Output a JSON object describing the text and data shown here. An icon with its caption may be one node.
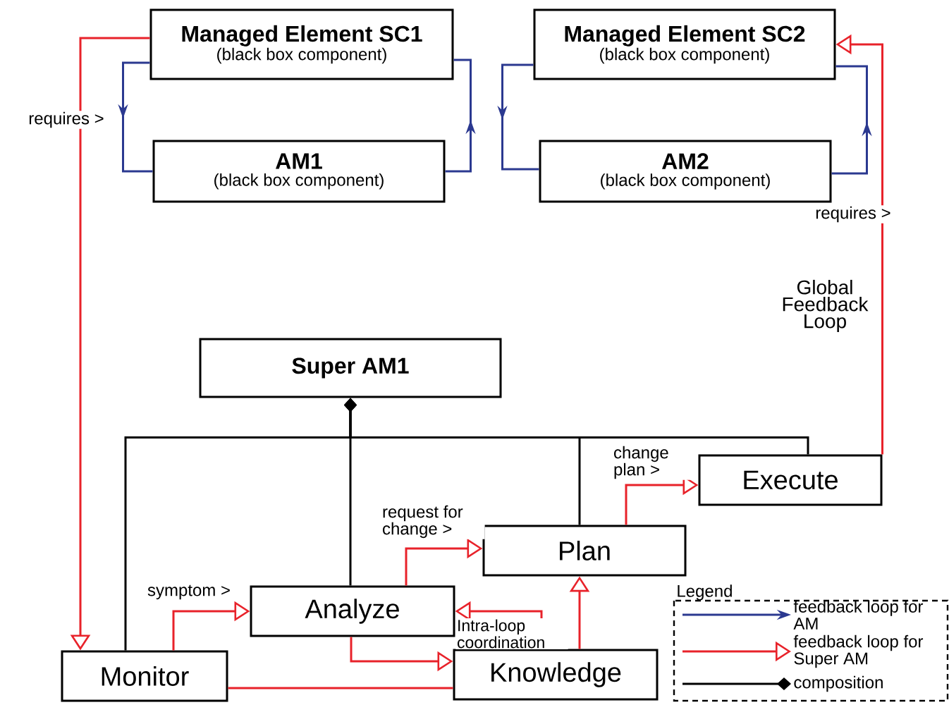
{
  "diagram": {
    "nodes": [
      {
        "text": [
          "Managed Element SC1",
          "(black box component)"
        ]
      },
      {
        "text": [
          "AM1",
          "(black box component)"
        ]
      },
      {
        "text": [
          "Managed Element SC2",
          "(black box component)"
        ]
      },
      {
        "text": [
          "AM2",
          "(black box component)"
        ]
      },
      {
        "text": [
          "Super AM1"
        ]
      },
      {
        "text": [
          "Execute"
        ]
      },
      {
        "text": [
          "Plan"
        ]
      },
      {
        "text": [
          "Analyze"
        ]
      },
      {
        "text": [
          "Monitor"
        ]
      },
      {
        "text": [
          "Knowledge"
        ]
      }
    ],
    "edges": [
      {
        "from": 0,
        "to": 1,
        "arrow": "to",
        "color": "#2b3990"
      },
      {
        "from": 1,
        "to": 0,
        "arrow": "to",
        "color": "#2b3990"
      },
      {
        "from": 2,
        "to": 3,
        "arrow": "to",
        "color": "#2b3990"
      },
      {
        "from": 3,
        "to": 2,
        "arrow": "to",
        "color": "#2b3990"
      },
      {
        "from": 0,
        "to": 8,
        "arrow": "to",
        "label": "requires >"
      },
      {
        "from": 5,
        "to": 2,
        "arrow": "to",
        "label": "requires >"
      },
      {
        "from": 8,
        "to": 7,
        "arrow": "to",
        "label": "symptom >"
      },
      {
        "from": 7,
        "to": 6,
        "arrow": "to",
        "label": "request for change >"
      },
      {
        "from": 6,
        "to": 5,
        "arrow": "to",
        "label": "change plan >"
      },
      {
        "from": 7,
        "to": 9,
        "arrow": "to"
      },
      {
        "from": 9,
        "to": 7,
        "arrow": "to",
        "label": "Intra-loop coordination"
      },
      {
        "from": 9,
        "to": 6,
        "arrow": "to"
      },
      {
        "from": 8,
        "to": 9,
        "arrow": "none"
      },
      {
        "from": 4,
        "to": 8,
        "arrow": "other",
        "color": "#000000"
      },
      {
        "from": 4,
        "to": 7,
        "arrow": "other",
        "color": "#000000"
      },
      {
        "from": 4,
        "to": 6,
        "arrow": "other",
        "color": "#000000"
      },
      {
        "from": 4,
        "to": 5,
        "arrow": "other",
        "color": "#000000"
      }
    ],
    "labels": [
      "Global Feedback Loop",
      "Legend"
    ],
    "legend": [
      {
        "text": "feedback loop for AM"
      },
      {
        "text": "feedback loop for Super AM"
      },
      {
        "text": "composition"
      }
    ]
  }
}
